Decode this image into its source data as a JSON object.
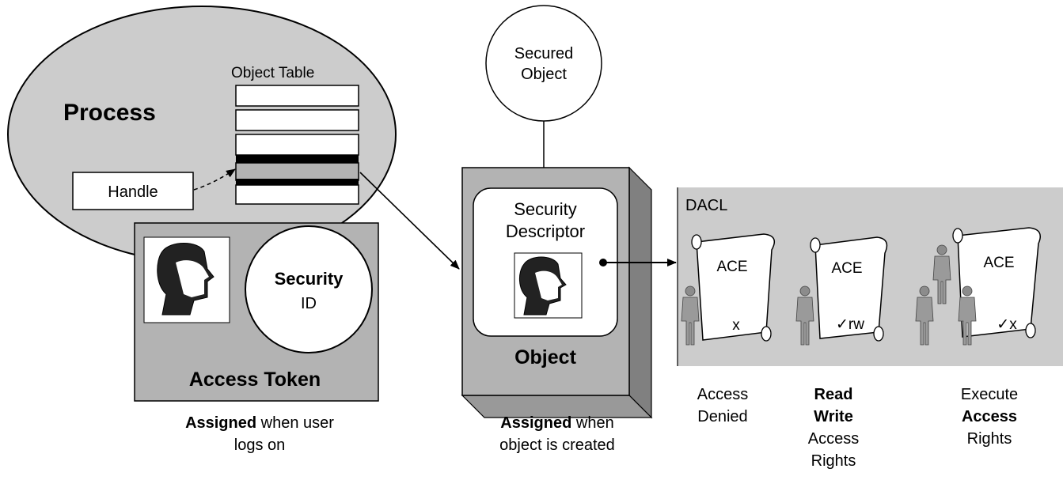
{
  "process": {
    "label": "Process"
  },
  "object_table": {
    "label": "Object Table"
  },
  "handle": {
    "label": "Handle"
  },
  "secured_object": {
    "line1": "Secured",
    "line2": "Object"
  },
  "security_id": {
    "line1": "Security",
    "line2": "ID"
  },
  "access_token": {
    "label": "Access Token"
  },
  "security_descriptor": {
    "line1": "Security",
    "line2": "Descriptor"
  },
  "object": {
    "label": "Object"
  },
  "dacl": {
    "label": "DACL"
  },
  "aces": [
    {
      "label": "ACE",
      "mark": "x"
    },
    {
      "label": "ACE",
      "mark": "✓rw"
    },
    {
      "label": "ACE",
      "mark": "✓x"
    }
  ],
  "captions": {
    "token": {
      "line1_bold": "Assigned",
      "line1_plain": " when user",
      "line2": "logs on"
    },
    "object": {
      "line1_bold": "Assigned",
      "line1_plain": " when",
      "line2": "object is created"
    },
    "ace1": [
      "Access",
      "Denied"
    ],
    "ace2": [
      "Read",
      "Write",
      "Access",
      "Rights"
    ],
    "ace3": [
      "Execute",
      "Access",
      "Rights"
    ]
  },
  "colors": {
    "fill_gray": "#cccccc",
    "box_gray": "#b3b3b3",
    "dark_gray": "#808080",
    "line": "#000000"
  }
}
